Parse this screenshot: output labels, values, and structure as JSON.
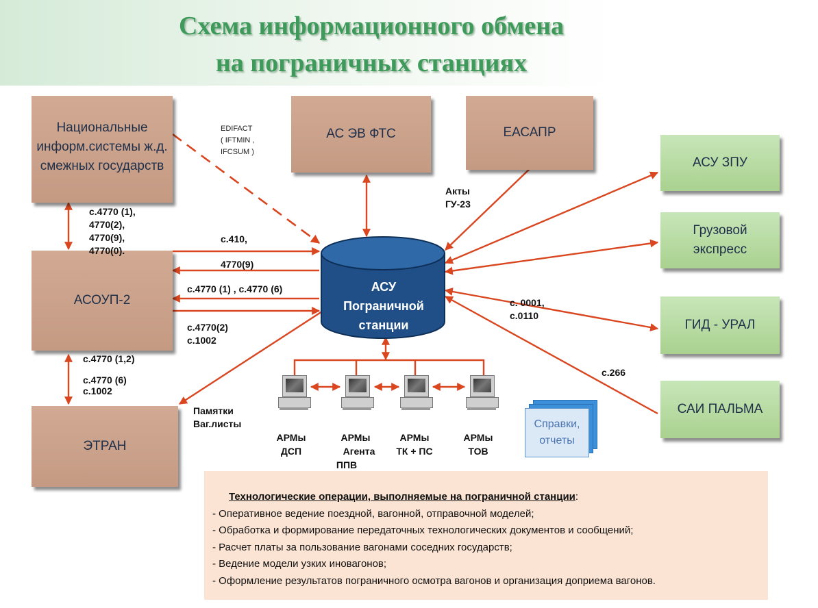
{
  "title": {
    "line1": "Схема информационного обмена",
    "line2": "на пограничных станциях"
  },
  "boxes": {
    "national": "Национальные информ.системы ж.д. смежных государств",
    "as_ev_fts": "АС ЭВ ФТС",
    "easapr": "ЕАСАПР",
    "asoup": "АСОУП-2",
    "etran": "ЭТРАН",
    "asu_zpu": "АСУ ЗПУ",
    "gruzovoy": "Грузовой экспресс",
    "gid_ural": "ГИД - УРАЛ",
    "sai_palma": "САИ ПАЛЬМА"
  },
  "central_db": {
    "line1": "АСУ",
    "line2": "Пограничной",
    "line3": "станции"
  },
  "labels": {
    "edifact_1": "EDIFACT",
    "edifact_2": "(  IFTMIN ,",
    "edifact_3": "IFCSUM   )",
    "national_asoup_1": "с.4770 (1),",
    "national_asoup_2": "4770(2),",
    "national_asoup_3": "4770(9),",
    "national_asoup_4": "4770(0).",
    "c410": "с.410,",
    "c4770_9": "4770(9)",
    "c4770_1_6": "с.4770 (1) ,  с.4770 (6)",
    "c4770_2": "с.4770(2)",
    "c1002": "с.1002",
    "asoup_etran_1": "с.4770 (1,2)",
    "asoup_etran_2": "с.4770 (6)",
    "asoup_etran_3": "с.1002",
    "pamyatki_1": "Памятки",
    "pamyatki_2": "Ваг.листы",
    "akty_1": "Акты",
    "akty_2": "ГУ-23",
    "c0001": "с. 0001,",
    "c0110": "с.0110",
    "c266": "с.266"
  },
  "arms": [
    {
      "line1": "АРМы",
      "line2": "ДСП",
      "line3": ""
    },
    {
      "line1": "АРМы",
      "line2": "Агента",
      "line3": "ППВ"
    },
    {
      "line1": "АРМы",
      "line2": "ТК + ПС",
      "line3": ""
    },
    {
      "line1": "АРМы",
      "line2": "ТОВ",
      "line3": ""
    }
  ],
  "reports": {
    "line1": "Справки,",
    "line2": "отчеты"
  },
  "operations": {
    "heading": "Технологические операции, выполняемые на пограничной  станции",
    "heading_suffix": ":",
    "items": [
      "- Оперативное ведение поездной, вагонной, отправочной моделей;",
      "- Обработка и формирование передаточных технологических документов и сообщений;",
      "- Расчет платы за пользование вагонами соседних государств;",
      "- Ведение модели узких иновагонов;",
      "- Оформление результатов пограничного осмотра вагонов и организация  доприема вагонов."
    ]
  },
  "colors": {
    "arrow": "#d9461f",
    "brown_box": "#c9a089",
    "green_box": "#b4d89c",
    "db": "#1f4f86",
    "title": "#3e9a5a",
    "ops_bg": "#fbe4d3"
  }
}
